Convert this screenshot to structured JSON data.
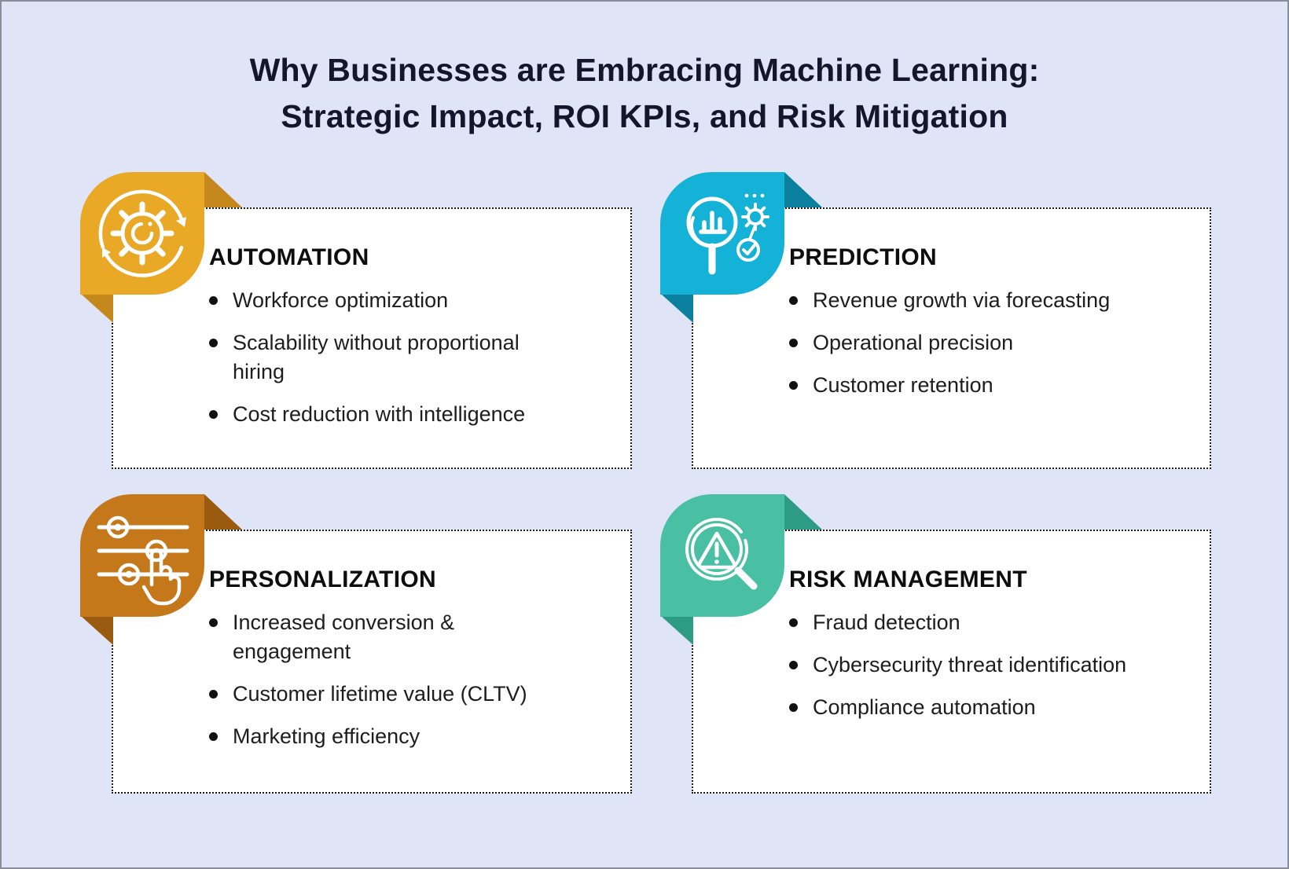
{
  "title": {
    "line1": "Why Businesses are Embracing Machine Learning:",
    "line2": "Strategic Impact, ROI KPIs, and Risk Mitigation"
  },
  "colors": {
    "background": "#DFE5F7",
    "card_background": "#FFFFFF",
    "dotted_border": "#1B1B1B",
    "title_text": "#15152E",
    "body_text": "#1D1D1D",
    "icon_stroke": "#FFFFFF"
  },
  "cards": [
    {
      "heading": "AUTOMATION",
      "icon": "gear-sync-icon",
      "badge_color": "#E9A826",
      "fold_color": "#C5881C",
      "bullets": [
        [
          "Workforce optimization"
        ],
        [
          "Scalability without proportional",
          "hiring"
        ],
        [
          "Cost reduction with intelligence"
        ]
      ]
    },
    {
      "heading": "PREDICTION",
      "icon": "chart-magnifier-icon",
      "badge_color": "#14B2D6",
      "fold_color": "#0B7F9E",
      "bullets": [
        [
          "Revenue growth via forecasting"
        ],
        [
          "Operational precision"
        ],
        [
          "Customer retention"
        ]
      ]
    },
    {
      "heading": "PERSONALIZATION",
      "icon": "sliders-hand-icon",
      "badge_color": "#C4781A",
      "fold_color": "#9A5B10",
      "bullets": [
        [
          "Increased conversion &",
          "engagement"
        ],
        [
          "Customer lifetime value (CLTV)"
        ],
        [
          "Marketing efficiency"
        ]
      ]
    },
    {
      "heading": "RISK MANAGEMENT",
      "icon": "warning-magnifier-icon",
      "badge_color": "#49BFA4",
      "fold_color": "#2E9B84",
      "bullets": [
        [
          "Fraud detection"
        ],
        [
          "Cybersecurity threat identification"
        ],
        [
          "Compliance automation"
        ]
      ]
    }
  ]
}
